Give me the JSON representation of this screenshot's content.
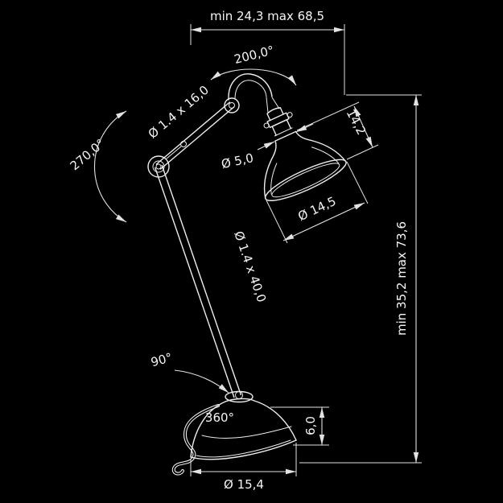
{
  "canvas": {
    "background": "#000000",
    "stroke_color": "#ededed",
    "text_color": "#f5f5f5",
    "subject": "table lamp technical dimension drawing"
  },
  "dimensions": {
    "top_width": "min 24,3   max 68,5",
    "total_height": "min 35,2  max 73,6",
    "head_rotation": "200,0°",
    "elbow_rotation": "270,0°",
    "shade_height": "14,2",
    "upper_arm_tube": "Ø 1.4 x 16,0",
    "shade_top_hole": "Ø 5,0",
    "shade_opening": "Ø 14,5",
    "lower_arm_tube": "Ø 1.4 x 40,0",
    "base_tilt": "90°",
    "base_swivel": "360°",
    "base_height": "6,0",
    "base_diameter": "Ø 15,4"
  }
}
